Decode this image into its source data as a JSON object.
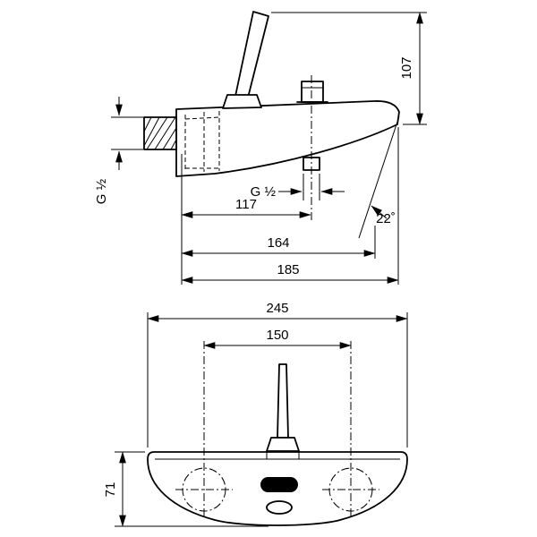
{
  "side_view": {
    "dim_107": "107",
    "dim_117": "117",
    "dim_164": "164",
    "dim_185": "185",
    "angle_22": "22˚",
    "thread_side": "G ½",
    "thread_bottom": "G ½"
  },
  "front_view": {
    "dim_245": "245",
    "dim_150": "150",
    "dim_71": "71"
  }
}
